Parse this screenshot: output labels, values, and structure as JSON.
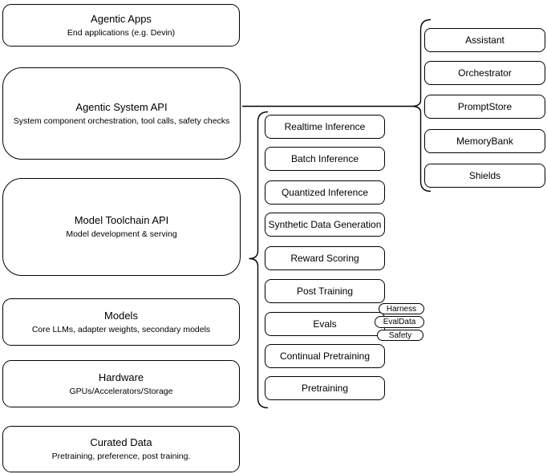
{
  "diagram": {
    "left_column": [
      {
        "title": "Agentic Apps",
        "subtitle": "End applications (e.g. Devin)"
      },
      {
        "title": "Agentic System API",
        "subtitle": "System component orchestration, tool calls, safety checks"
      },
      {
        "title": "Model Toolchain API",
        "subtitle": "Model development & serving"
      },
      {
        "title": "Models",
        "subtitle": "Core LLMs, adapter weights, secondary models"
      },
      {
        "title": "Hardware",
        "subtitle": "GPUs/Accelerators/Storage"
      },
      {
        "title": "Curated Data",
        "subtitle": "Pretraining, preference, post training."
      }
    ],
    "toolchain_components": [
      "Realtime Inference",
      "Batch Inference",
      "Quantized Inference",
      "Synthetic Data Generation",
      "Reward Scoring",
      "Post Training",
      "Evals",
      "Continual Pretraining",
      "Pretraining"
    ],
    "eval_pills": [
      "Harness",
      "EvalData",
      "Safety"
    ],
    "system_components": [
      "Assistant",
      "Orchestrator",
      "PromptStore",
      "MemoryBank",
      "Shields"
    ],
    "colors": {
      "stroke": "#000000",
      "fill": "#ffffff",
      "background": "#ffffff"
    }
  }
}
